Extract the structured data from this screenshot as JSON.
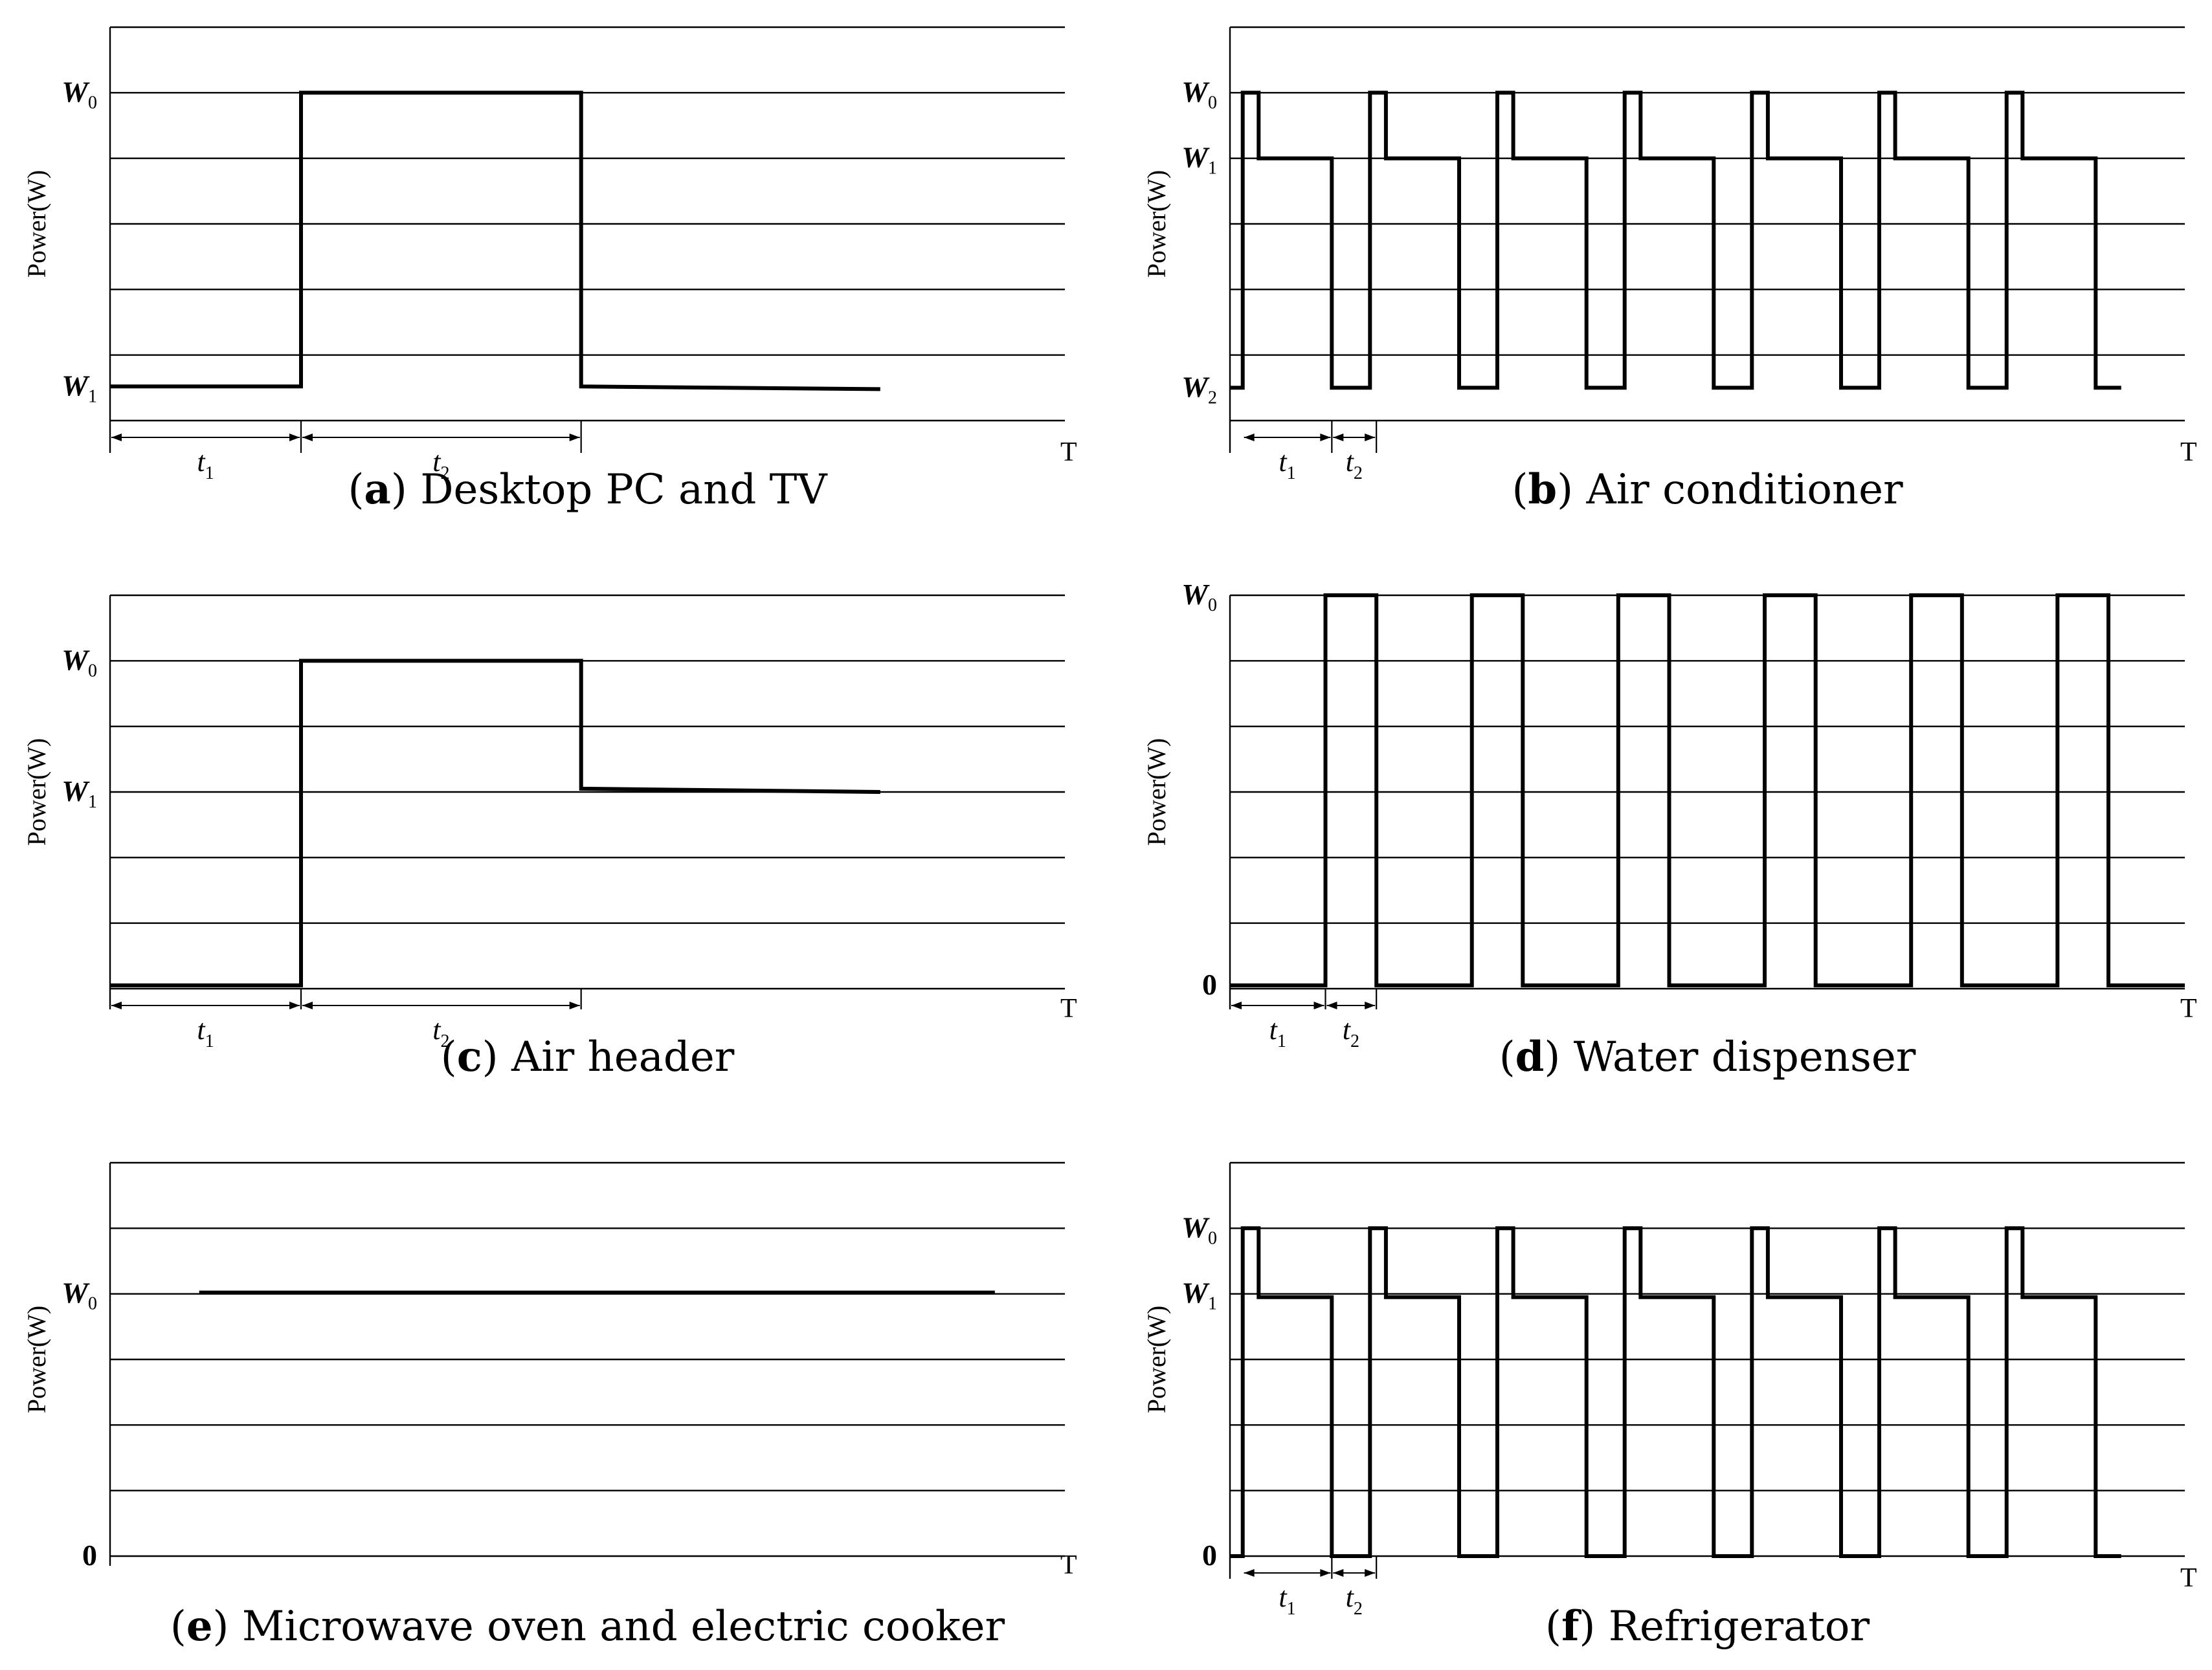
{
  "chart_data": [
    {
      "type": "line",
      "panel": "a",
      "caption_letter": "a",
      "caption_text": "Desktop PC and TV",
      "ylabel": "Power(W)",
      "xlabel": "T",
      "ylim": [
        0,
        6
      ],
      "xlim": [
        0,
        15
      ],
      "y_ticks": [
        {
          "label": "W",
          "sub": "0",
          "value": 5
        },
        {
          "label": "W",
          "sub": "1",
          "value": 0.52
        }
      ],
      "intervals": [
        {
          "label": "t",
          "sub": "1",
          "start": 0,
          "end": 3
        },
        {
          "label": "t",
          "sub": "2",
          "start": 3,
          "end": 7.4
        }
      ],
      "series": [
        {
          "x": [
            0,
            3,
            3,
            7.4,
            7.4,
            12.1
          ],
          "y": [
            0.52,
            0.52,
            5,
            5,
            0.52,
            0.48
          ]
        }
      ]
    },
    {
      "type": "line",
      "panel": "b",
      "caption_letter": "b",
      "caption_text": "Air conditioner",
      "ylabel": "Power(W)",
      "xlabel": "T",
      "ylim": [
        0,
        6
      ],
      "xlim": [
        0,
        15
      ],
      "y_ticks": [
        {
          "label": "W",
          "sub": "0",
          "value": 5
        },
        {
          "label": "W",
          "sub": "1",
          "value": 4
        },
        {
          "label": "W",
          "sub": "2",
          "value": 0.5
        }
      ],
      "intervals": [
        {
          "label": "t",
          "sub": "1",
          "start": 0.2,
          "end": 1.6
        },
        {
          "label": "t",
          "sub": "2",
          "start": 1.6,
          "end": 2.3
        }
      ],
      "series": [
        {
          "x": [
            0,
            0.2,
            0.2,
            0.45,
            0.45,
            1.6,
            1.6,
            2.2,
            2.2,
            2.45,
            2.45,
            3.6,
            3.6,
            4.2,
            4.2,
            4.45,
            4.45,
            5.6,
            5.6,
            6.2,
            6.2,
            6.45,
            6.45,
            7.6,
            7.6,
            8.2,
            8.2,
            8.45,
            8.45,
            9.6,
            9.6,
            10.2,
            10.2,
            10.45,
            10.45,
            11.6,
            11.6,
            12.2,
            12.2,
            12.45,
            12.45,
            13.6,
            13.6,
            14.0
          ],
          "y": [
            0.5,
            0.5,
            5,
            5,
            4,
            4,
            0.5,
            0.5,
            5,
            5,
            4,
            4,
            0.5,
            0.5,
            5,
            5,
            4,
            4,
            0.5,
            0.5,
            5,
            5,
            4,
            4,
            0.5,
            0.5,
            5,
            5,
            4,
            4,
            0.5,
            0.5,
            5,
            5,
            4,
            4,
            0.5,
            0.5,
            5,
            5,
            4,
            4,
            0.5,
            0.5
          ]
        }
      ]
    },
    {
      "type": "line",
      "panel": "c",
      "caption_letter": "c",
      "caption_text": "Air header",
      "ylabel": "Power(W)",
      "xlabel": "T",
      "ylim": [
        0,
        6
      ],
      "xlim": [
        0,
        15
      ],
      "y_ticks": [
        {
          "label": "W",
          "sub": "0",
          "value": 5
        },
        {
          "label": "W",
          "sub": "1",
          "value": 3
        }
      ],
      "intervals": [
        {
          "label": "t",
          "sub": "1",
          "start": 0,
          "end": 3
        },
        {
          "label": "t",
          "sub": "2",
          "start": 3,
          "end": 7.4
        }
      ],
      "series": [
        {
          "x": [
            0,
            3,
            3,
            7.4,
            7.4,
            12.1
          ],
          "y": [
            0.05,
            0.05,
            5,
            5,
            3.05,
            3
          ]
        }
      ]
    },
    {
      "type": "line",
      "panel": "d",
      "caption_letter": "d",
      "caption_text": "Water dispenser",
      "ylabel": "Power(W)",
      "xlabel": "T",
      "ylim": [
        0,
        6
      ],
      "xlim": [
        0,
        15
      ],
      "y_ticks": [
        {
          "label": "W",
          "sub": "0",
          "value": 6
        },
        {
          "label": "0",
          "sub": "",
          "value": 0.05
        }
      ],
      "intervals": [
        {
          "label": "t",
          "sub": "1",
          "start": 0,
          "end": 1.5
        },
        {
          "label": "t",
          "sub": "2",
          "start": 1.5,
          "end": 2.3
        }
      ],
      "series": [
        {
          "x": [
            0,
            1.5,
            1.5,
            2.3,
            2.3,
            3.8,
            3.8,
            4.6,
            4.6,
            6.1,
            6.1,
            6.9,
            6.9,
            8.4,
            8.4,
            9.2,
            9.2,
            10.7,
            10.7,
            11.5,
            11.5,
            13.0,
            13.0,
            13.8,
            13.8,
            15.0
          ],
          "y": [
            0.05,
            0.05,
            6,
            6,
            0.05,
            0.05,
            6,
            6,
            0.05,
            0.05,
            6,
            6,
            0.05,
            0.05,
            6,
            6,
            0.05,
            0.05,
            6,
            6,
            0.05,
            0.05,
            6,
            6,
            0.05,
            0.05
          ]
        }
      ]
    },
    {
      "type": "line",
      "panel": "e",
      "caption_letter": "e",
      "caption_text": "Microwave oven and electric cooker",
      "ylabel": "Power(W)",
      "xlabel": "T",
      "ylim": [
        0,
        6
      ],
      "xlim": [
        0,
        15
      ],
      "y_ticks": [
        {
          "label": "W",
          "sub": "0",
          "value": 4
        },
        {
          "label": "0",
          "sub": "",
          "value": 0
        }
      ],
      "intervals": [],
      "series": [
        {
          "x": [
            1.4,
            13.9
          ],
          "y": [
            4.02,
            4.02
          ]
        }
      ]
    },
    {
      "type": "line",
      "panel": "f",
      "caption_letter": "f",
      "caption_text": "Refrigerator",
      "ylabel": "Power(W)",
      "xlabel": "T",
      "ylim": [
        0,
        6
      ],
      "xlim": [
        0,
        15
      ],
      "y_ticks": [
        {
          "label": "W",
          "sub": "0",
          "value": 5
        },
        {
          "label": "W",
          "sub": "1",
          "value": 4
        },
        {
          "label": "0",
          "sub": "",
          "value": 0
        }
      ],
      "intervals": [
        {
          "label": "t",
          "sub": "1",
          "start": 0.2,
          "end": 1.6
        },
        {
          "label": "t",
          "sub": "2",
          "start": 1.6,
          "end": 2.3
        }
      ],
      "series": [
        {
          "x": [
            0,
            0.2,
            0.2,
            0.45,
            0.45,
            1.6,
            1.6,
            2.2,
            2.2,
            2.45,
            2.45,
            3.6,
            3.6,
            4.2,
            4.2,
            4.45,
            4.45,
            5.6,
            5.6,
            6.2,
            6.2,
            6.45,
            6.45,
            7.6,
            7.6,
            8.2,
            8.2,
            8.45,
            8.45,
            9.6,
            9.6,
            10.2,
            10.2,
            10.45,
            10.45,
            11.6,
            11.6,
            12.2,
            12.2,
            12.45,
            12.45,
            13.6,
            13.6,
            14.0
          ],
          "y": [
            0,
            0,
            5,
            5,
            3.95,
            3.95,
            0,
            0,
            5,
            5,
            3.95,
            3.95,
            0,
            0,
            5,
            5,
            3.95,
            3.95,
            0,
            0,
            5,
            5,
            3.95,
            3.95,
            0,
            0,
            5,
            5,
            3.95,
            3.95,
            0,
            0,
            5,
            5,
            3.95,
            3.95,
            0,
            0,
            5,
            5,
            3.95,
            3.95,
            0,
            0
          ]
        }
      ]
    }
  ]
}
